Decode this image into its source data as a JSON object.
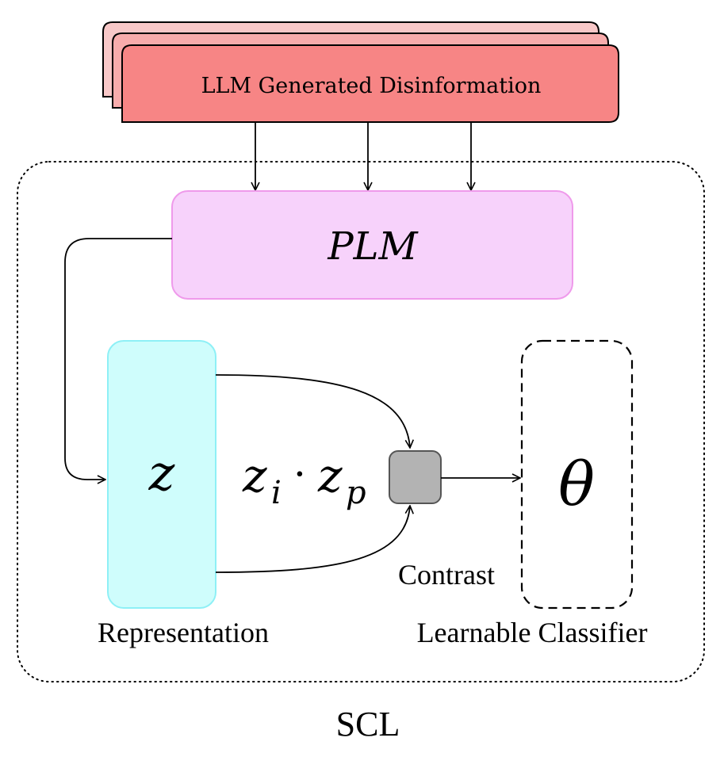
{
  "source": {
    "label": "LLM Generated Disinformation"
  },
  "plm": {
    "label": "PLM"
  },
  "representation": {
    "symbol": "z",
    "caption": "Representation"
  },
  "similarity": {
    "base1": "z",
    "sub1": "i",
    "dot": "·",
    "base2": "z",
    "sub2": "p"
  },
  "contrast": {
    "caption": "Contrast"
  },
  "classifier": {
    "symbol": "θ",
    "caption": "Learnable Classifier"
  },
  "scl": {
    "caption": "SCL"
  },
  "colors": {
    "source_back": "#f8c8c8",
    "source_mid": "#f8acac",
    "source_front": "#f78585",
    "plm_fill": "#f7d2fb",
    "plm_stroke": "#ef9aeb",
    "rep_fill": "#cffdfc",
    "rep_stroke": "#8ef0f6",
    "contrast_fill": "#b3b3b3",
    "contrast_stroke": "#555555",
    "line": "#000000"
  }
}
